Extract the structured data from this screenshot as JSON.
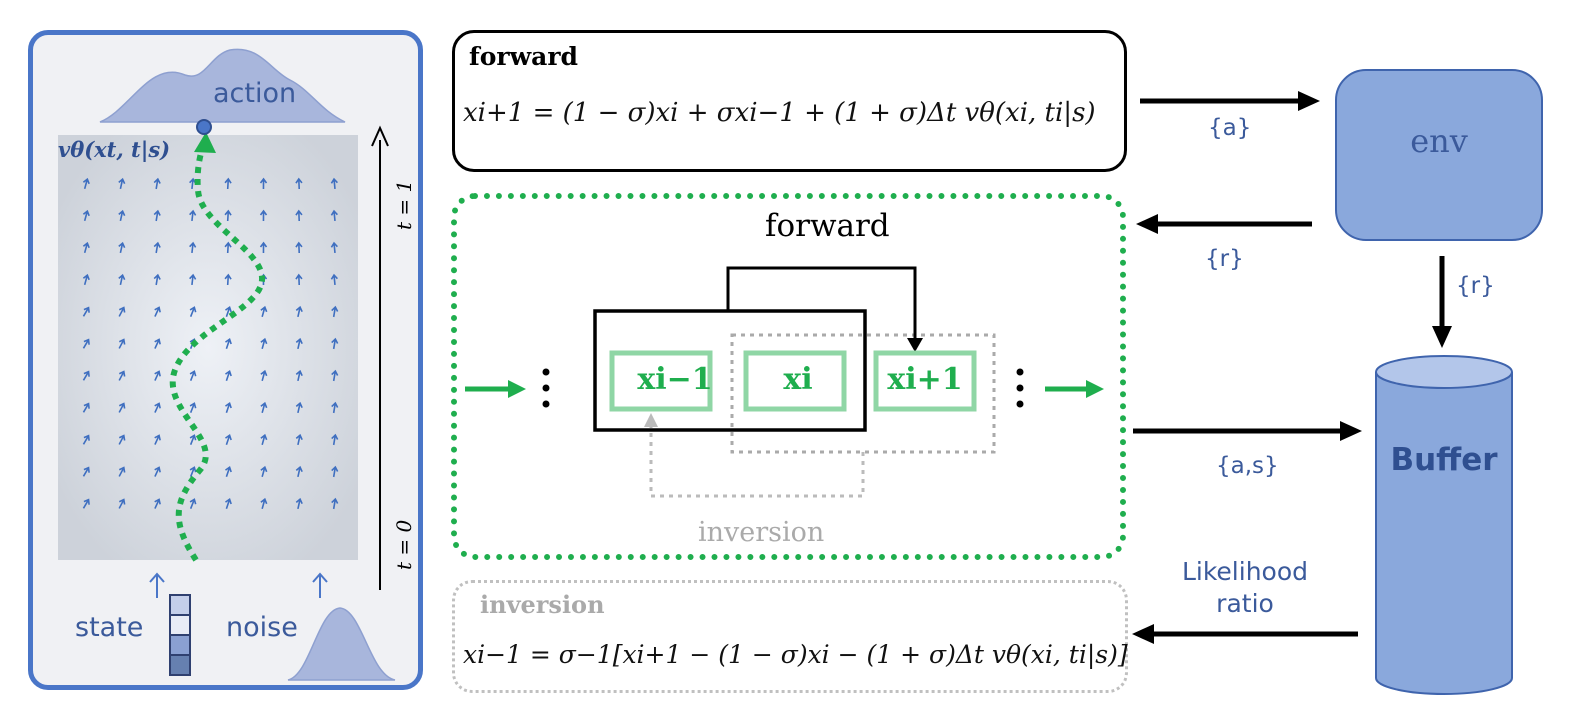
{
  "left_panel": {
    "action_label": "action",
    "field_label": "vθ(xt, t|s)",
    "t_top_label": "t = 1",
    "t_bottom_label": "t = 0",
    "state_label": "state",
    "noise_label": "noise"
  },
  "forward_box": {
    "title": "forward",
    "equation": "xi+1 = (1 − σ)xi + σxi−1 + (1 + σ)Δt vθ(xi, ti|s)"
  },
  "middle": {
    "title": "forward",
    "nodes": [
      "xi−1",
      "xi",
      "xi+1"
    ],
    "inversion_label": "inversion"
  },
  "inversion_box": {
    "title": "inversion",
    "equation": "xi−1 = σ−1[xi+1 − (1 − σ)xi − (1 + σ)Δt vθ(xi, ti|s)]"
  },
  "env": {
    "label": "env"
  },
  "buffer": {
    "label": "Buffer"
  },
  "edges": {
    "a": "{a}",
    "r_left": "{r}",
    "r_down": "{r}",
    "as": "{a,s}",
    "likelihood_line1": "Likelihood",
    "likelihood_line2": "ratio"
  },
  "colors": {
    "accent_blue": "#4a6fbe",
    "box_blue": "#8aa8dc",
    "text_blue": "#3b5a9b",
    "green": "#1fae4e",
    "gray_dotted": "#b8b8b8"
  }
}
